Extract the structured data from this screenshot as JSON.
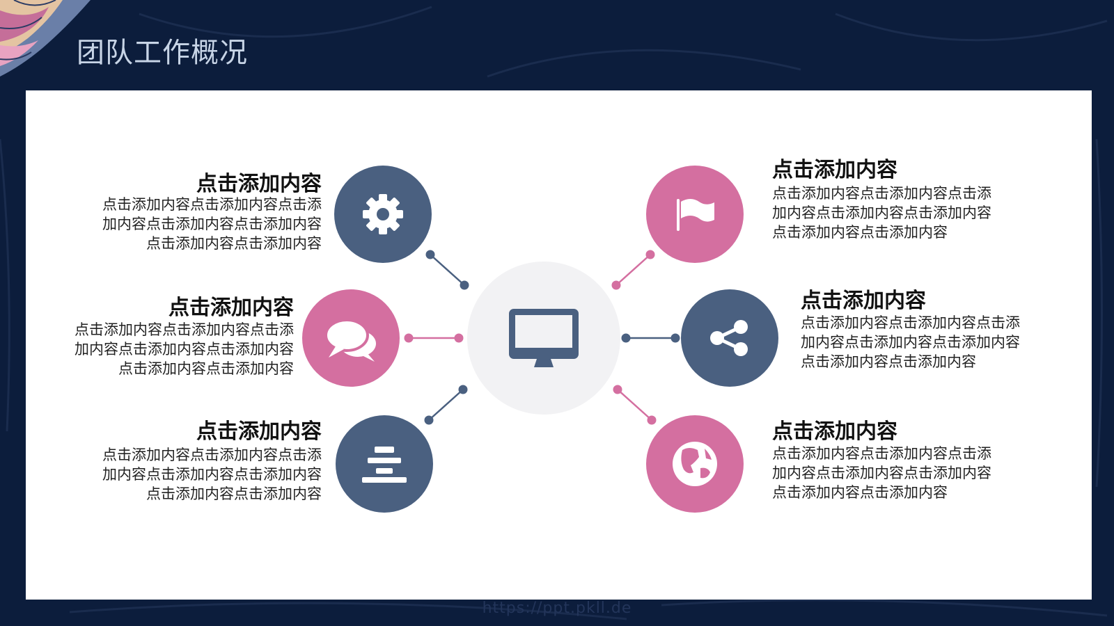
{
  "slide": {
    "title": "团队工作概况",
    "watermark": "https://ppt.pkll.de"
  },
  "colors": {
    "background": "#0c1d3c",
    "panel": "#ffffff",
    "blue": "#4a6080",
    "pink": "#d46fa0",
    "center": "#f2f2f4"
  },
  "center": {
    "icon": "monitor-icon"
  },
  "nodes": [
    {
      "id": "left-top",
      "color": "blue",
      "icon": "gear-icon",
      "title": "点击添加内容",
      "text": "点击添加内容点击添加内容点击添加内容点击添加内容点击添加内容点击添加内容点击添加内容"
    },
    {
      "id": "left-middle",
      "color": "pink",
      "icon": "chat-bubbles-icon",
      "title": "点击添加内容",
      "text": "点击添加内容点击添加内容点击添加内容点击添加内容点击添加内容点击添加内容点击添加内容"
    },
    {
      "id": "left-bottom",
      "color": "blue",
      "icon": "stack-icon",
      "title": "点击添加内容",
      "text": "点击添加内容点击添加内容点击添加内容点击添加内容点击添加内容点击添加内容点击添加内容"
    },
    {
      "id": "right-top",
      "color": "pink",
      "icon": "flag-icon",
      "title": "点击添加内容",
      "text": "点击添加内容点击添加内容点击添加内容点击添加内容点击添加内容点击添加内容点击添加内容"
    },
    {
      "id": "right-middle",
      "color": "blue",
      "icon": "share-icon",
      "title": "点击添加内容",
      "text": "点击添加内容点击添加内容点击添加内容点击添加内容点击添加内容点击添加内容点击添加内容"
    },
    {
      "id": "right-bottom",
      "color": "pink",
      "icon": "globe-icon",
      "title": "点击添加内容",
      "text": "点击添加内容点击添加内容点击添加内容点击添加内容点击添加内容点击添加内容点击添加内容"
    }
  ]
}
